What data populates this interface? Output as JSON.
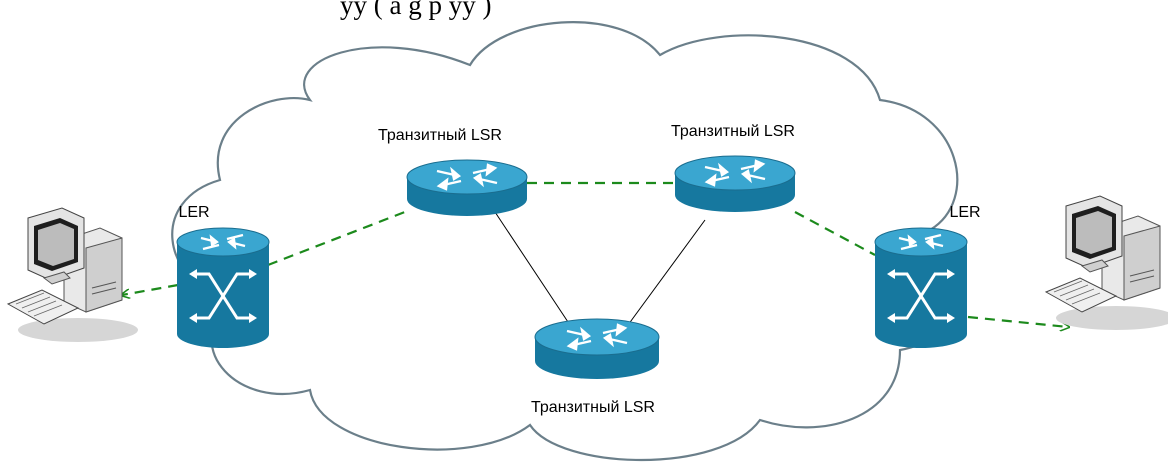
{
  "caption_fragment": "уу  ( а    g р    уу )",
  "nodes": {
    "transit_top_left": {
      "label": "Транзитный LSR",
      "type": "router"
    },
    "transit_top_right": {
      "label": "Транзитный LSR",
      "type": "router"
    },
    "transit_bottom": {
      "label": "Транзитный LSR",
      "type": "router"
    },
    "ler_left": {
      "label": "LER",
      "type": "label-edge-router"
    },
    "ler_right": {
      "label": "LER",
      "type": "label-edge-router"
    },
    "host_left": {
      "type": "workstation"
    },
    "host_right": {
      "type": "workstation"
    }
  },
  "links": {
    "lsp_path": [
      "host_left",
      "ler_left",
      "transit_top_left",
      "transit_top_right",
      "ler_right",
      "host_right"
    ],
    "physical": [
      [
        "transit_top_left",
        "transit_bottom"
      ],
      [
        "transit_bottom",
        "transit_top_right"
      ]
    ]
  },
  "colors": {
    "router_body": "#1a83ad",
    "router_top": "#3ba7d1",
    "lsp_line": "#1c8a1c",
    "cloud_stroke": "#6b7f8a",
    "physical_line": "#000000"
  }
}
